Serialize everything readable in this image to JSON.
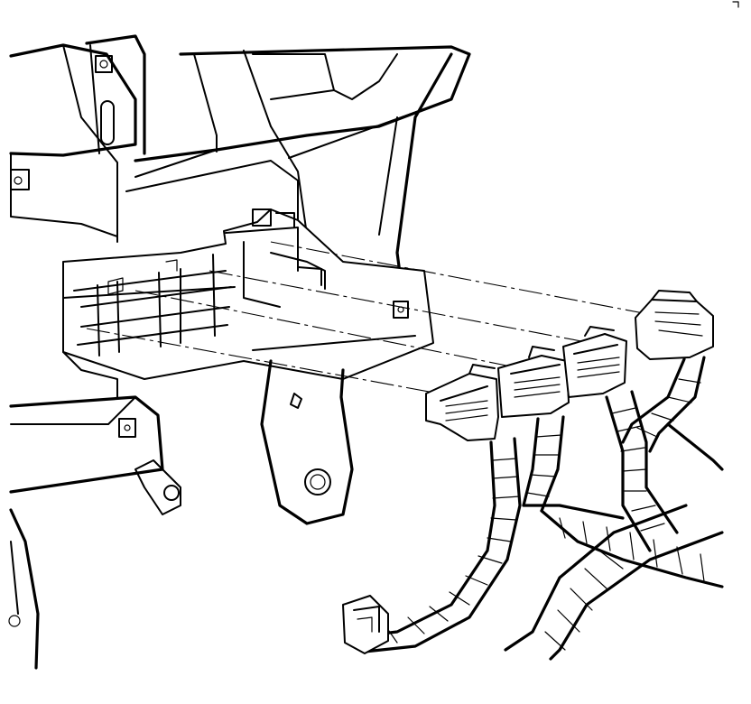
{
  "illustration": {
    "colors": {
      "line": "#000000",
      "background": "#ffffff"
    },
    "parts": [
      {
        "name": "instrument-panel-carrier"
      },
      {
        "name": "body-control-module"
      },
      {
        "name": "connector-c1"
      },
      {
        "name": "connector-c2"
      },
      {
        "name": "connector-c3"
      },
      {
        "name": "connector-c4"
      },
      {
        "name": "wiring-harness"
      },
      {
        "name": "mounting-bracket"
      }
    ]
  }
}
